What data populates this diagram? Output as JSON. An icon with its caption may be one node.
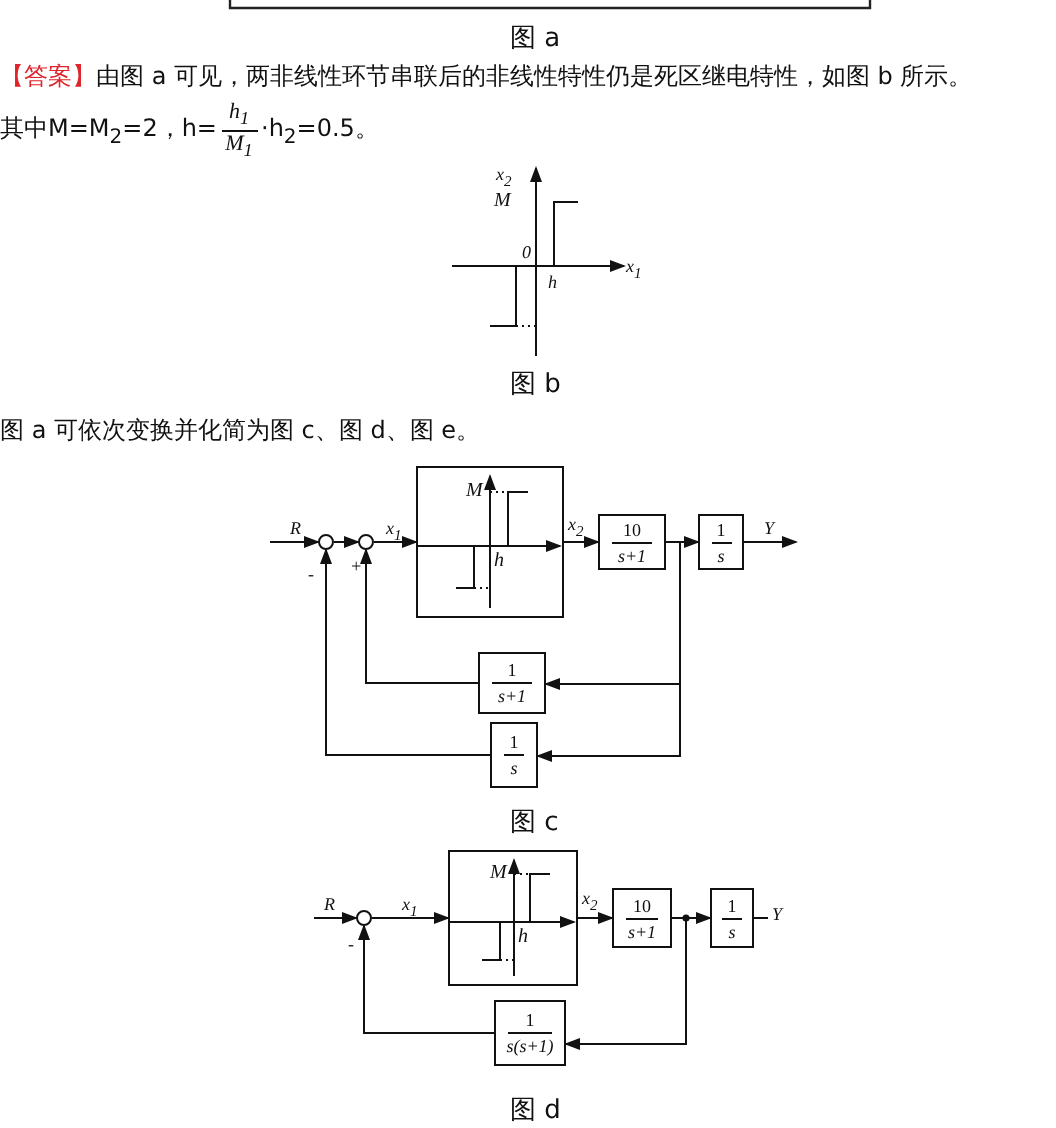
{
  "diagram": {
    "nodes": [
      {
        "text": [],
        "shape": "circle"
      },
      {
        "text": [],
        "shape": "circle"
      },
      {
        "text": [
          "M",
          "h"
        ]
      },
      {
        "text": [
          "10",
          "s+1"
        ]
      },
      {
        "text": [
          "1",
          "s"
        ]
      },
      {
        "text": [
          "1",
          "s+1"
        ]
      },
      {
        "text": [
          "1",
          "s"
        ]
      },
      {
        "text": [],
        "shape": "circle"
      },
      {
        "text": [
          "M",
          "h"
        ]
      },
      {
        "text": [
          "10",
          "s+1"
        ]
      },
      {
        "text": [
          "1",
          "s"
        ]
      },
      {
        "text": [
          "1",
          "s(s+1)"
        ]
      }
    ],
    "edges": [
      {
        "from": null,
        "to": 0,
        "arrow": "to",
        "label": "R"
      },
      {
        "from": 0,
        "to": 1,
        "arrow": "to"
      },
      {
        "from": 1,
        "to": 2,
        "arrow": "to",
        "label": "x$_{1}$"
      },
      {
        "from": 2,
        "to": 3,
        "arrow": "to",
        "label": "x$_{2}$"
      },
      {
        "from": 3,
        "to": 4,
        "arrow": "to"
      },
      {
        "from": 4,
        "to": null,
        "arrow": "to",
        "label": "Y"
      },
      {
        "from": 3,
        "to": 5,
        "arrow": "to"
      },
      {
        "from": 3,
        "to": 6,
        "arrow": "to"
      },
      {
        "from": 5,
        "to": 1,
        "arrow": "to",
        "label": "+"
      },
      {
        "from": 6,
        "to": 0,
        "arrow": "to",
        "label": "-"
      },
      {
        "from": null,
        "to": 7,
        "arrow": "to",
        "label": "R"
      },
      {
        "from": 7,
        "to": 8,
        "arrow": "to",
        "label": "x$_{1}$"
      },
      {
        "from": 8,
        "to": 9,
        "arrow": "to",
        "label": "x$_{2}$"
      },
      {
        "from": 9,
        "to": 10,
        "arrow": "to"
      },
      {
        "from": 10,
        "to": null,
        "arrow": "none",
        "label": "Y"
      },
      {
        "from": 9,
        "to": 11,
        "arrow": "to"
      },
      {
        "from": 11,
        "to": 7,
        "arrow": "to",
        "label": "-"
      }
    ],
    "labels": [
      "图 a",
      "【答案】",
      "由图 a 可见，两非线性环节串联后的非线性特性仍是死区继电特性，如图 b 所示。",
      "其中M=M$_{2}$=2，h=",
      "h$_{1}$",
      "M$_{1}$",
      "·h$_{2}$=0.5。",
      "x$_{2}$",
      "M",
      "0",
      "h",
      "x$_{1}$",
      "图 b",
      "图 a 可依次变换并化简为图 c、图 d、图 e。",
      "图 c",
      "图 d"
    ]
  }
}
